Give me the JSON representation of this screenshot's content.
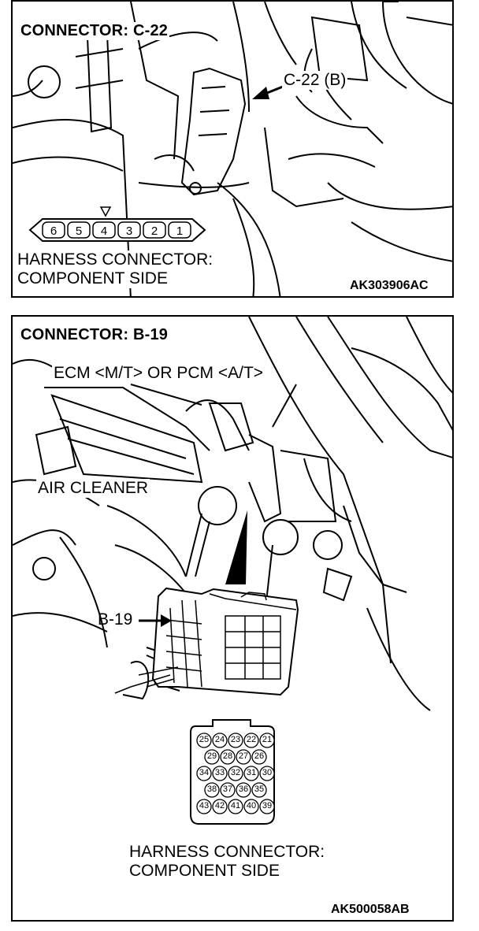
{
  "top": {
    "title": "CONNECTOR: C-22",
    "callout": "C-22 (B)",
    "pins": [
      "6",
      "5",
      "4",
      "3",
      "2",
      "1"
    ],
    "caption_line1": "HARNESS CONNECTOR:",
    "caption_line2": "COMPONENT SIDE",
    "code": "AK303906AC"
  },
  "bottom": {
    "title": "CONNECTOR: B-19",
    "ecm_label": "ECM <M/T> OR PCM <A/T>",
    "air_cleaner_label": "AIR CLEANER",
    "connector_callout": "B-19",
    "pin_rows": [
      [
        "25",
        "24",
        "23",
        "22",
        "21"
      ],
      [
        "29",
        "28",
        "27",
        "26"
      ],
      [
        "34",
        "33",
        "32",
        "31",
        "30"
      ],
      [
        "38",
        "37",
        "36",
        "35"
      ],
      [
        "43",
        "42",
        "41",
        "40",
        "39"
      ]
    ],
    "caption_line1": "HARNESS CONNECTOR:",
    "caption_line2": "COMPONENT SIDE",
    "code": "AK500058AB"
  }
}
